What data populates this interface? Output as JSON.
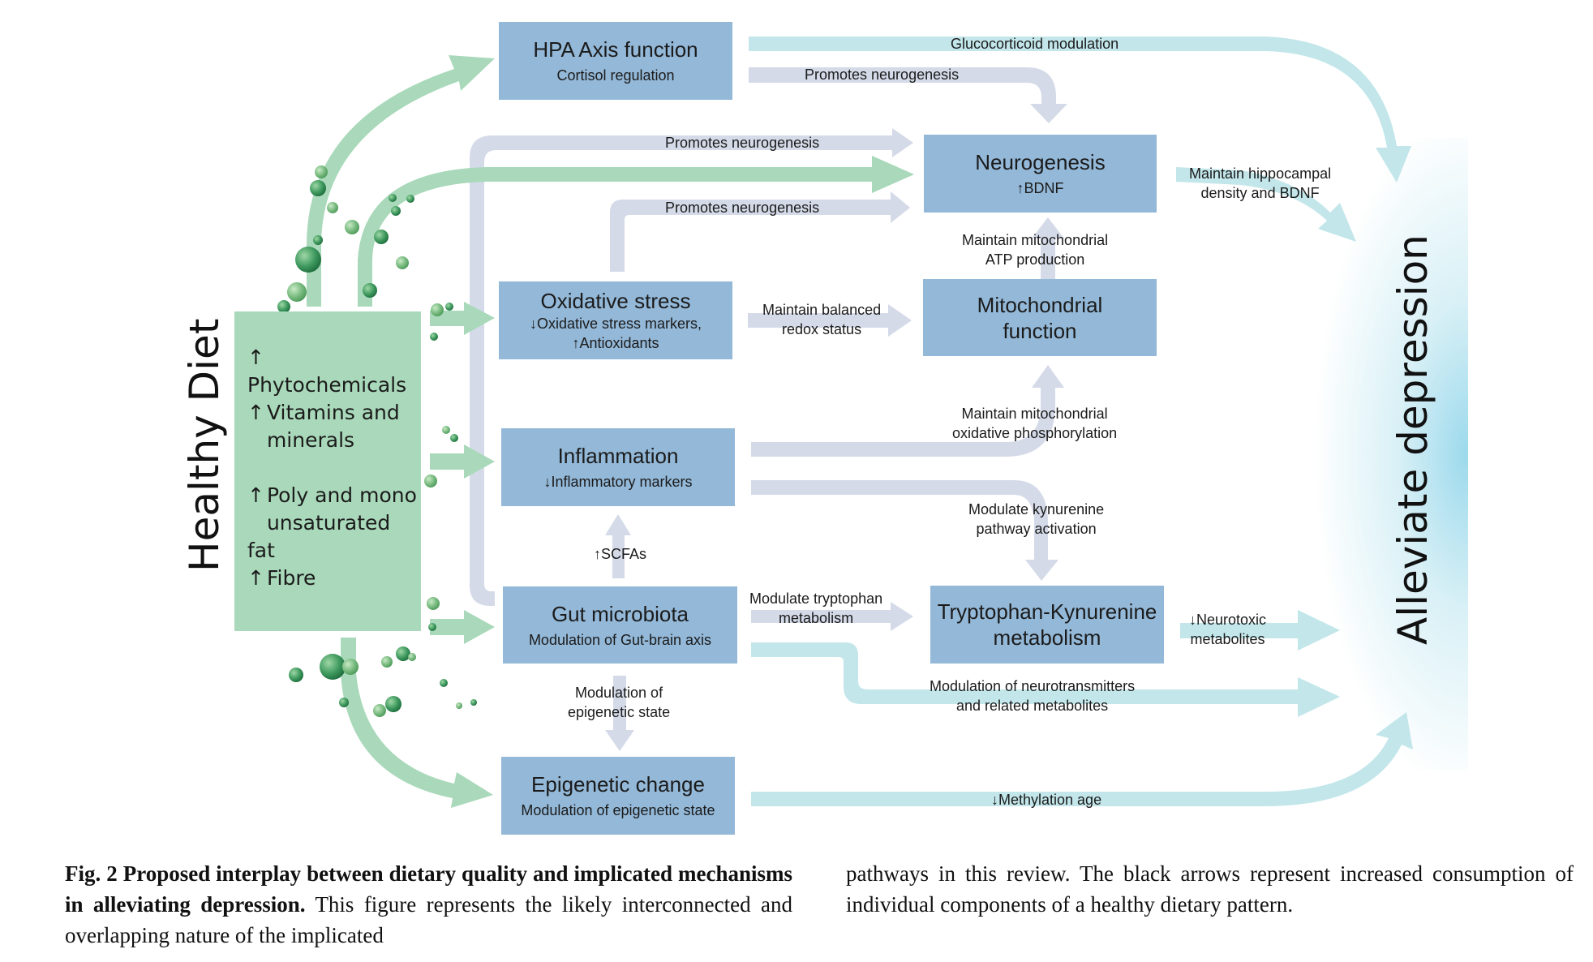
{
  "figure": {
    "left_title": "Healthy Diet",
    "right_title": "Alleviate depression",
    "diet_items": [
      {
        "arrow": "↑",
        "lines": [
          "Phytochemicals"
        ]
      },
      {
        "arrow": "↑",
        "lines": [
          "Vitamins and",
          "minerals"
        ]
      },
      {
        "arrow": "↑",
        "lines": [
          "Poly and mono",
          "unsaturated fat"
        ]
      },
      {
        "arrow": "↑",
        "lines": [
          "Fibre"
        ]
      }
    ],
    "nodes": {
      "hpa": {
        "title": "HPA Axis function",
        "sub": "Cortisol regulation"
      },
      "oxidative": {
        "title": "Oxidative stress",
        "sub": "↓Oxidative stress markers,",
        "sub2": "↑Antioxidants"
      },
      "inflammation": {
        "title": "Inflammation",
        "sub": "↓Inflammatory markers"
      },
      "gut": {
        "title": "Gut microbiota",
        "sub": "Modulation of Gut-brain axis"
      },
      "epigenetic": {
        "title": "Epigenetic change",
        "sub": "Modulation of epigenetic state"
      },
      "neurogenesis": {
        "title": "Neurogenesis",
        "sub": "↑BDNF"
      },
      "mitochondrial": {
        "title": "Mitochondrial",
        "title2": "function"
      },
      "tryptophan": {
        "title": "Tryptophan-Kynurenine",
        "title2": "metabolism"
      }
    },
    "edge_labels": {
      "glucocorticoid": "Glucocorticoid modulation",
      "hpa_neuro": "Promotes neurogenesis",
      "gut_neuro": "Promotes neurogenesis",
      "ox_neuro": "Promotes neurogenesis",
      "hippocampal_1": "Maintain hippocampal",
      "hippocampal_2": "density and BDNF",
      "atp_1": "Maintain mitochondrial",
      "atp_2": "ATP production",
      "redox_1": "Maintain balanced",
      "redox_2": "redox status",
      "oxphos_1": "Maintain mitochondrial",
      "oxphos_2": "oxidative phosphorylation",
      "kyn_1": "Modulate kynurenine",
      "kyn_2": "pathway activation",
      "scfa": "↑SCFAs",
      "trp_1": "Modulate tryptophan",
      "trp_2": "metabolism",
      "neurotoxic_1": "↓Neurotoxic",
      "neurotoxic_2": "metabolites",
      "nt_1": "Modulation of neurotransmitters",
      "nt_2": "and related metabolites",
      "epi_1": "Modulation of",
      "epi_2": "epigenetic state",
      "methylation": "↓Methylation age"
    },
    "colors": {
      "node": "#93b8d8",
      "diet": "#a9d9ba",
      "green_arrow": "#a9d9ba",
      "grey_arrow": "#d4dae8",
      "cyan_arrow": "#c2e6ea",
      "bead_dark": "#2f8a52",
      "bead_light": "#7cbf83"
    }
  },
  "caption": {
    "label": "Fig. 2",
    "bold": "Proposed interplay between dietary quality and implicated mechanisms in alleviating depression.",
    "col1_rest": "This figure represents the likely interconnected and overlapping nature of the implicated",
    "col2": "pathways in this review. The black arrows represent increased consumption of individual components of a healthy dietary pattern."
  }
}
